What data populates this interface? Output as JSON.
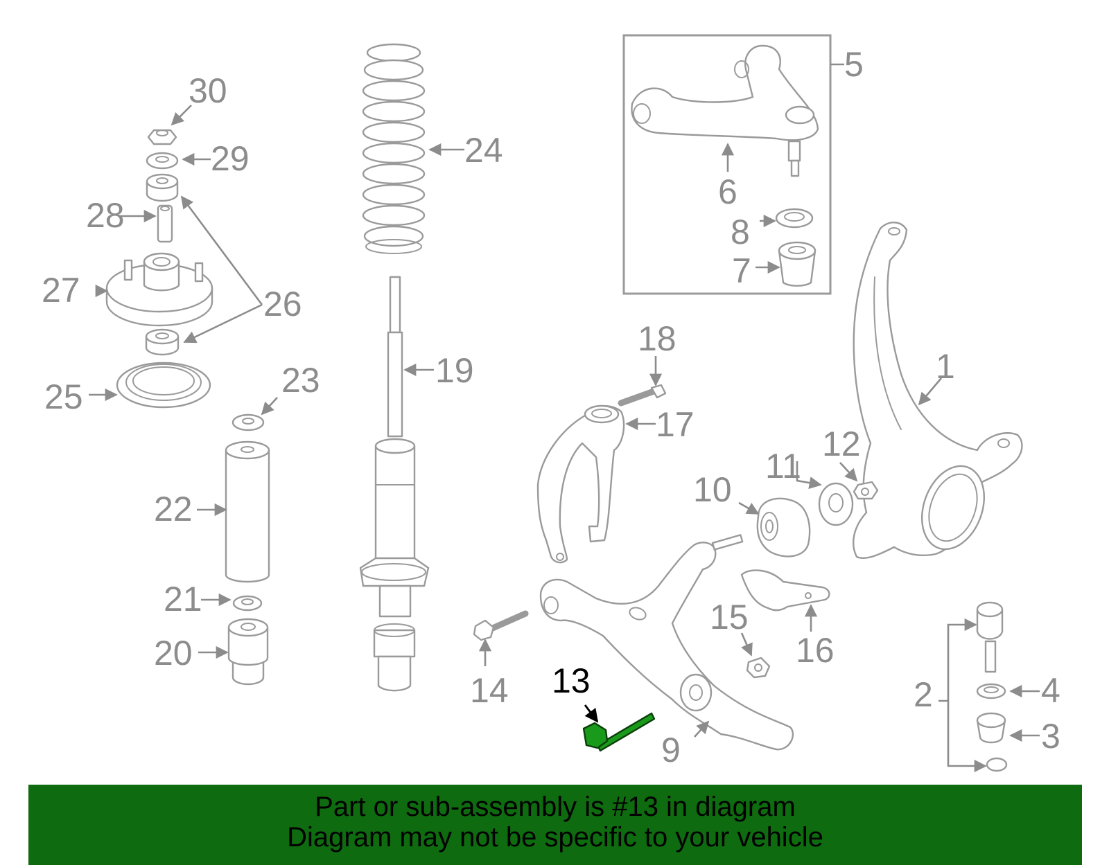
{
  "diagram": {
    "highlight_color": "#1a9a1a",
    "part_color": "#9a9a9a",
    "callouts": [
      "1",
      "2",
      "3",
      "4",
      "5",
      "6",
      "7",
      "8",
      "9",
      "10",
      "11",
      "12",
      "13",
      "14",
      "15",
      "16",
      "17",
      "18",
      "19",
      "20",
      "21",
      "22",
      "23",
      "24",
      "25",
      "26",
      "27",
      "28",
      "29",
      "30"
    ],
    "highlighted_callout": "13"
  },
  "footer": {
    "background": "#0f6b0f",
    "line1": "Part or sub-assembly is #13 in diagram",
    "line2": "Diagram may not be specific to your vehicle"
  }
}
